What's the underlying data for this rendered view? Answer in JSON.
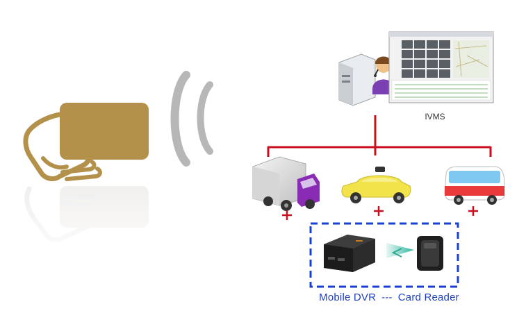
{
  "diagram": {
    "server_label": "IVMS",
    "caption": {
      "left": "Mobile DVR",
      "separator": "---",
      "right": "Card Reader"
    }
  },
  "colors": {
    "card_gold": "#b3914a",
    "connector_red": "#c8101e",
    "dashed_box_blue": "#1a3fd6",
    "caption_blue": "#1f3fbf",
    "truck_purple": "#8a2bb5",
    "taxi_yellow": "#f2e34a",
    "bus_red": "#e8393b",
    "wave_gray": "#b7b7b7"
  },
  "icons": [
    "hand-card-icon",
    "wireless-wave-icon",
    "server-operator-icon",
    "monitor-screen-icon",
    "truck-icon",
    "taxi-icon",
    "bus-icon",
    "plus-icon",
    "dvr-device-icon",
    "card-reader-icon",
    "signal-beam-icon"
  ]
}
